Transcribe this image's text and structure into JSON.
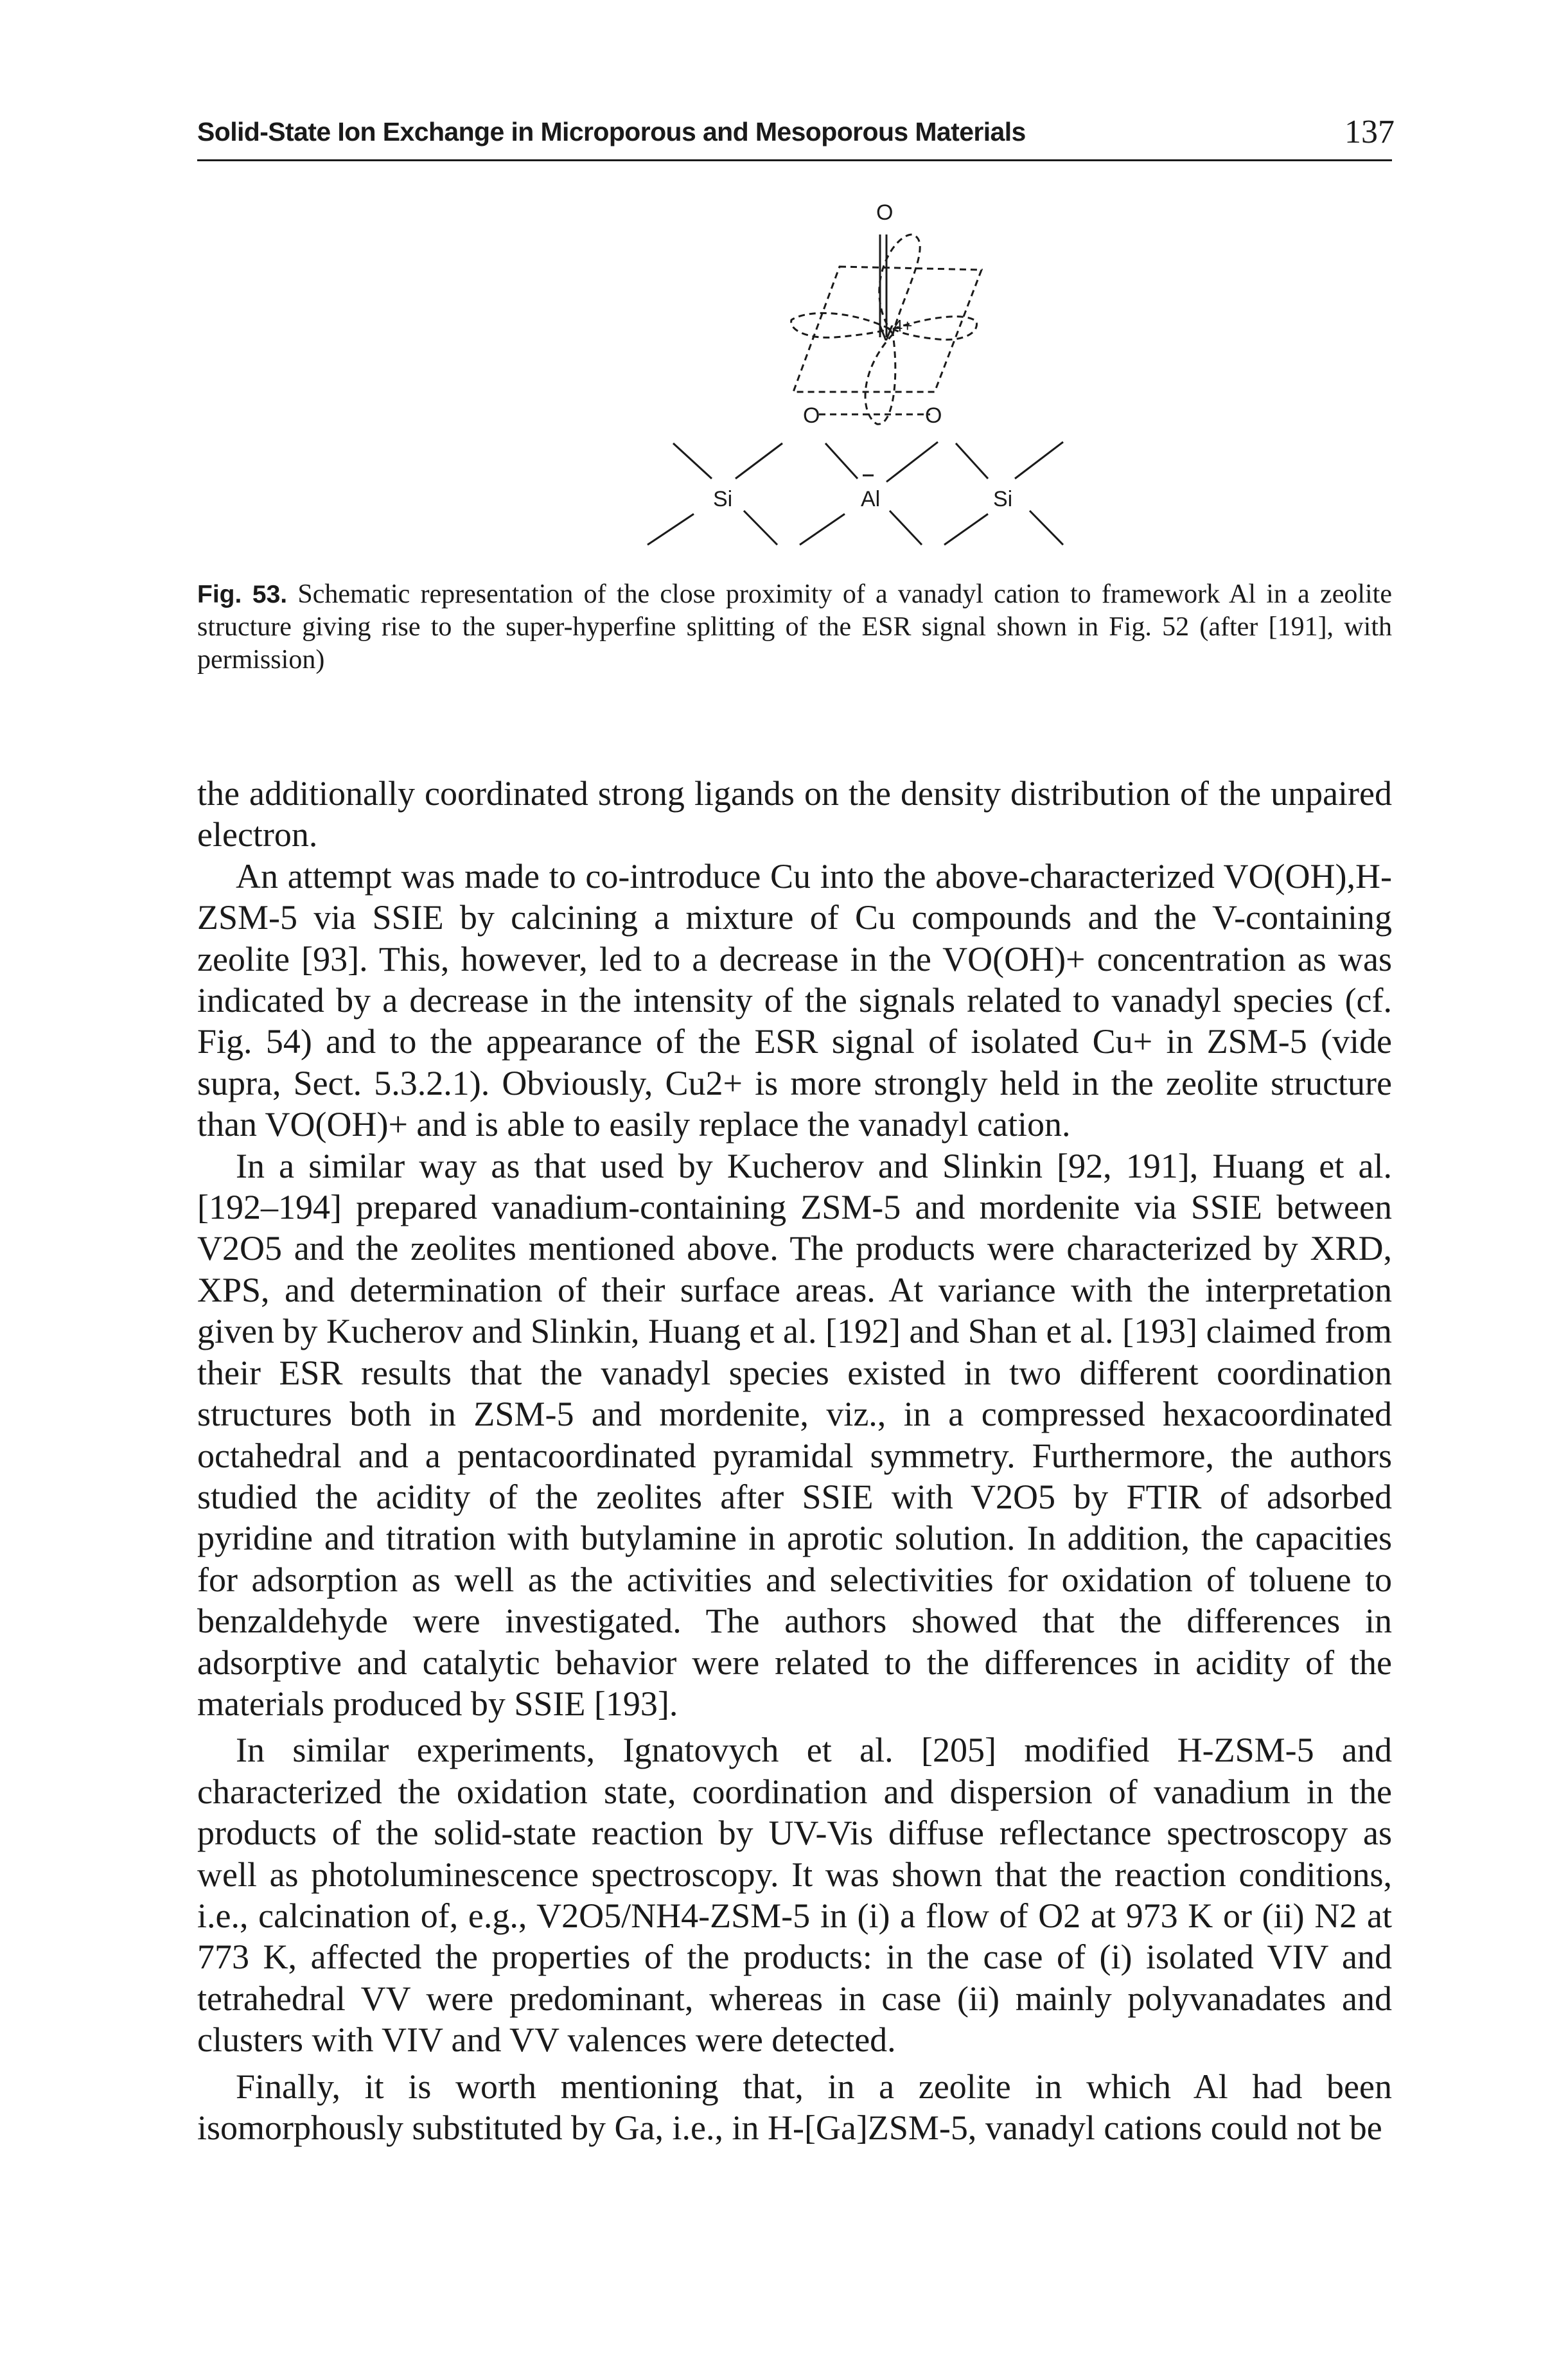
{
  "header": {
    "running_title": "Solid-State Ion Exchange in Microporous and Mesoporous Materials",
    "page_number": "137"
  },
  "figure": {
    "atom_labels": {
      "oxygen_top": "O",
      "vanadium": "V",
      "vanadium_charge": "4+",
      "oxygen_left": "O",
      "oxygen_right": "O",
      "silicon_left": "Si",
      "aluminium": "Al",
      "silicon_right": "Si"
    },
    "caption": {
      "label": "Fig. 53.",
      "text": " Schematic representation of the close proximity of a vanadyl cation to framework Al in a zeolite structure giving rise to the super-hyperfine splitting of the ESR signal shown in Fig. 52 (after [191], with permission)"
    }
  },
  "body": {
    "paragraphs": [
      "the additionally coordinated strong ligands on the density distribution of the unpaired electron.",
      "An attempt was made to co-introduce Cu into the above-characterized VO(OH),H-ZSM-5 via SSIE by calcining a mixture of Cu compounds and the V-containing zeolite [93]. This, however, led to a decrease in the VO(OH)+ concentration as was indicated by a decrease in the intensity of the signals related to vanadyl species (cf. Fig. 54) and to the appearance of the ESR signal of isolated Cu+ in ZSM-5 (vide supra, Sect. 5.3.2.1). Obviously, Cu2+ is more strongly held in the zeolite structure than VO(OH)+ and is able to easily replace the vanadyl cation.",
      "In a similar way as that used by Kucherov and Slinkin [92, 191], Huang et al. [192–194] prepared vanadium-containing ZSM-5 and mordenite via SSIE between V2O5 and the zeolites mentioned above. The products were characterized by XRD, XPS, and determination of their surface areas. At variance with the interpretation given by Kucherov and Slinkin, Huang et al. [192] and Shan et al. [193] claimed from their ESR results that the vanadyl species existed in two different coordination structures both in ZSM-5 and mordenite, viz., in a compressed hexacoordinated octahedral and a pentacoordinated pyramidal symmetry. Furthermore, the authors studied the acidity of the zeolites after SSIE with V2O5 by FTIR of adsorbed pyridine and titration with butylamine in aprotic solution. In addition, the capacities for adsorption as well as the activities and selectivities for oxidation of toluene to benzaldehyde were investigated. The authors showed that the differences in adsorptive and catalytic behavior were related to the differences in acidity of the materials produced by SSIE [193].",
      "In similar experiments, Ignatovych et al. [205] modified H-ZSM-5 and characterized the oxidation state, coordination and dispersion of vanadium in the products of the solid-state reaction by UV-Vis diffuse reflectance spectroscopy as well as photoluminescence spectroscopy. It was shown that the reaction conditions, i.e., calcination of, e.g., V2O5/NH4-ZSM-5 in (i) a flow of O2 at 973 K or (ii) N2 at 773 K, affected the properties of the products: in the case of (i) isolated VIV and tetrahedral VV were predominant, whereas in case (ii) mainly polyvanadates and clusters with VIV and VV valences were detected.",
      "Finally, it is worth mentioning that, in a zeolite in which Al had been isomorphously substituted by Ga, i.e., in H-[Ga]ZSM-5, vanadyl cations could not be"
    ]
  }
}
